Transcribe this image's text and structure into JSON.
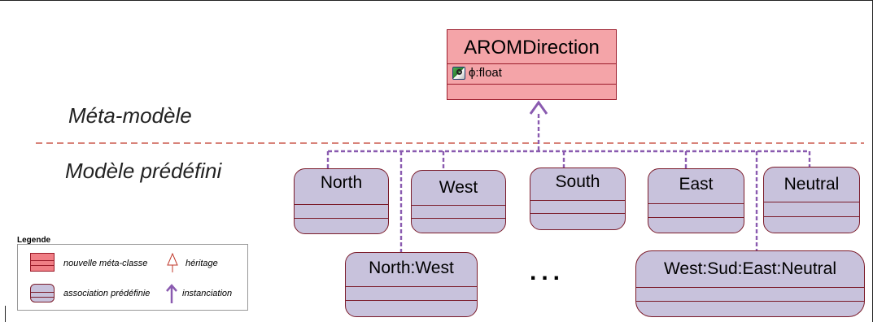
{
  "meta_class": {
    "name": "AROMDirection",
    "attribute_symbol": "ϕ",
    "attribute_type": ":float",
    "attribute_icon": "attribute-icon"
  },
  "labels": {
    "meta_model": "Méta-modèle",
    "predefined_model": "Modèle prédéfini"
  },
  "instances": [
    "North",
    "West",
    "South",
    "East",
    "Neutral",
    "North:West",
    "West:Sud:East:Neutral"
  ],
  "ellipsis": "...",
  "legend": {
    "title": "Legende",
    "new_meta_class": "nouvelle méta-classe",
    "inheritance": "héritage",
    "predefined_association": "association prédéfinie",
    "instantiation": "instanciation"
  },
  "colors": {
    "meta_class_fill": "#f4a4a8",
    "meta_class_border": "#9b1b2a",
    "instance_fill": "#c8c2dc",
    "instantiation_arrow": "#8a5bb0",
    "separator": "#c0392b"
  }
}
